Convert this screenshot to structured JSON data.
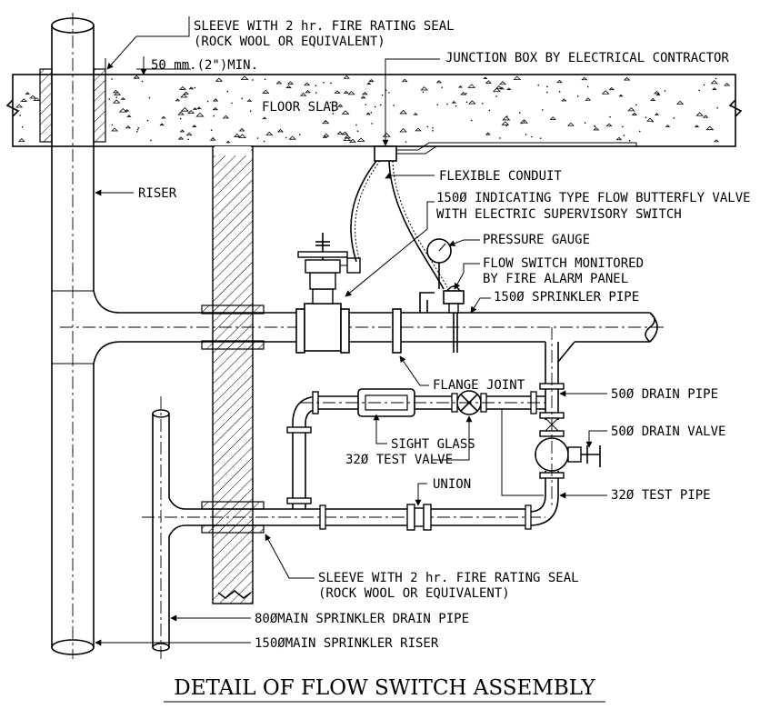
{
  "title": "DETAIL OF FLOW SWITCH ASSEMBLY",
  "labels": {
    "sleeve_top_1": "SLEEVE WITH 2 hr. FIRE RATING SEAL",
    "sleeve_top_2": "(ROCK WOOL OR EQUIVALENT)",
    "min_clearance": "50 mm.(2\")MIN.",
    "junction_box": "JUNCTION BOX BY ELECTRICAL CONTRACTOR",
    "floor_slab": "FLOOR SLAB",
    "riser": "RISER",
    "flexible_conduit": "FLEXIBLE CONDUIT",
    "valve_1": "150Ø INDICATING TYPE FLOW BUTTERFLY VALVE",
    "valve_2": "WITH ELECTRIC SUPERVISORY SWITCH",
    "pressure_gauge": "PRESSURE GAUGE",
    "flow_switch_1": "FLOW SWITCH MONITORED",
    "flow_switch_2": "BY FIRE ALARM PANEL",
    "sprinkler_pipe": "150Ø SPRINKLER PIPE",
    "flange_joint": "FLANGE JOINT",
    "drain_pipe": "50Ø DRAIN PIPE",
    "drain_valve": "50Ø DRAIN VALVE",
    "sight_glass": "SIGHT GLASS",
    "test_valve": "32Ø TEST VALVE",
    "union": "UNION",
    "test_pipe": "32Ø TEST PIPE",
    "sleeve_bottom_1": "SLEEVE WITH 2 hr. FIRE RATING SEAL",
    "sleeve_bottom_2": "(ROCK WOOL OR EQUIVALENT)",
    "main_drain_pipe": "80ØMAIN SPRINKLER DRAIN PIPE",
    "main_riser": "150ØMAIN SPRINKLER RISER"
  },
  "colors": {
    "line": "#000000",
    "background": "#ffffff"
  }
}
